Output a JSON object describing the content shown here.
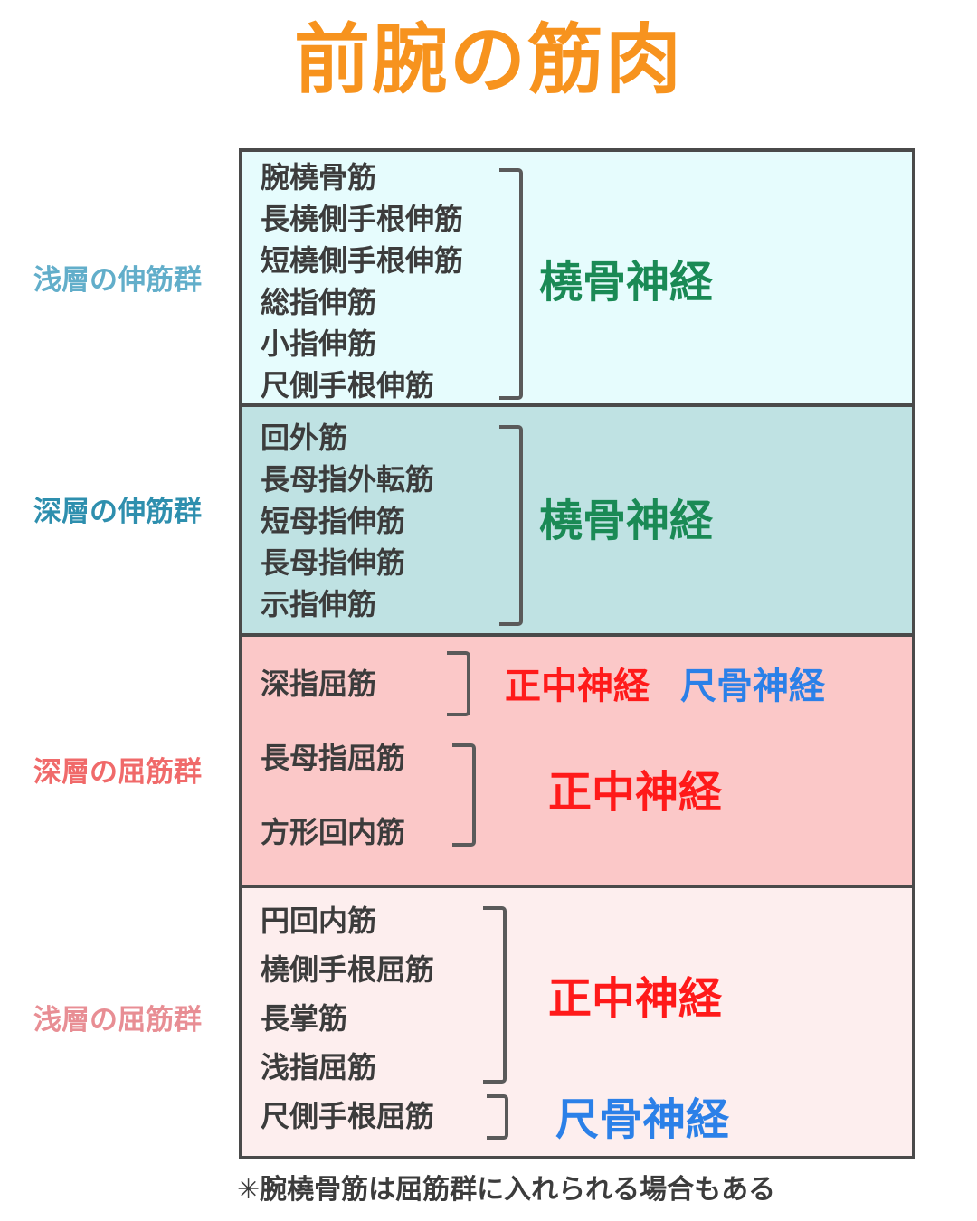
{
  "title": "前腕の筋肉",
  "groups": [
    {
      "label": "浅層の伸筋群",
      "label_color": "#62aeca",
      "muscles": [
        "腕橈骨筋",
        "長橈側手根伸筋",
        "短橈側手根伸筋",
        "総指伸筋",
        "小指伸筋",
        "尺側手根伸筋"
      ],
      "nerves": [
        "橈骨神経"
      ]
    },
    {
      "label": "深層の伸筋群",
      "label_color": "#2e8fae",
      "muscles": [
        "回外筋",
        "長母指外転筋",
        "短母指伸筋",
        "長母指伸筋",
        "示指伸筋"
      ],
      "nerves": [
        "橈骨神経"
      ]
    },
    {
      "label": "深層の屈筋群",
      "label_color": "#f06a6a",
      "muscles": [
        "深指屈筋",
        "長母指屈筋",
        "方形回内筋"
      ],
      "nerves": [
        "正中神経",
        "尺骨神経",
        "正中神経"
      ]
    },
    {
      "label": "浅層の屈筋群",
      "label_color": "#e88e94",
      "muscles": [
        "円回内筋",
        "橈側手根屈筋",
        "長掌筋",
        "浅指屈筋",
        "尺側手根屈筋"
      ],
      "nerves": [
        "正中神経",
        "尺骨神経"
      ]
    }
  ],
  "nerve_colors": {
    "橈骨神経": "#1a8a55",
    "正中神経": "#ff1a1a",
    "尺骨神経": "#2b80e8"
  },
  "footnote": "✳︎腕橈骨筋は屈筋群に入れられる場合もある"
}
